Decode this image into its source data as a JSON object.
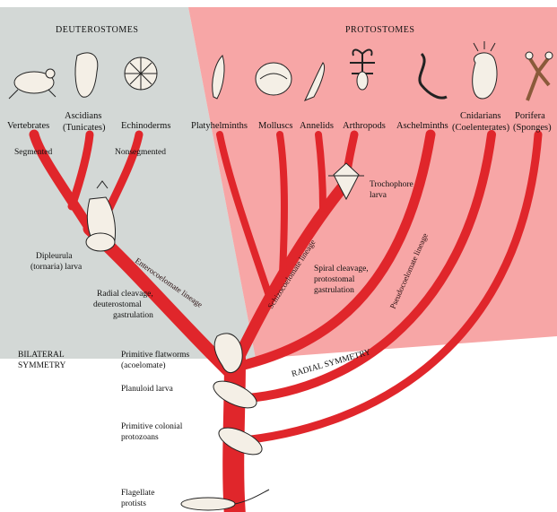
{
  "regions": {
    "deuterostomes": "DEUTEROSTOMES",
    "protostomes": "PROTOSTOMES"
  },
  "groups": {
    "vertebrates": "Vertebrates",
    "ascidians_1": "Ascidians",
    "ascidians_2": "(Tunicates)",
    "echinoderms": "Echinoderms",
    "platyhelminths": "Platyhelminths",
    "molluscs": "Molluscs",
    "annelids": "Annelids",
    "arthropods": "Arthropods",
    "aschelminths": "Aschelminths",
    "cnidarians_1": "Cnidarians",
    "cnidarians_2": "(Coelenterates)",
    "porifera_1": "Porifera",
    "porifera_2": "(Sponges)"
  },
  "annotations": {
    "segmented": "Segmented",
    "nonsegmented": "Nonsegmented",
    "trochophore_1": "Trochophore",
    "trochophore_2": "larva",
    "dipleurula_1": "Dipleurula",
    "dipleurula_2": "(tornaria) larva",
    "radial_cleavage_1": "Radial cleavage,",
    "radial_cleavage_2": "deuterostomal",
    "radial_cleavage_3": "gastrulation",
    "spiral_cleavage_1": "Spiral cleavage,",
    "spiral_cleavage_2": "protostomal",
    "spiral_cleavage_3": "gastrulation",
    "bilateral_1": "BILATERAL",
    "bilateral_2": "SYMMETRY",
    "radial_symmetry": "RADIAL SYMMETRY",
    "flatworms_1": "Primitive flatworms",
    "flatworms_2": "(acoelomate)",
    "planuloid": "Planuloid larva",
    "colonial_1": "Primitive colonial",
    "colonial_2": "protozoans",
    "flagellate_1": "Flagellate",
    "flagellate_2": "protists"
  },
  "lineages": {
    "enterocoelomate": "Enterocoelomate lineage",
    "schizocoelomate": "Schizocoelomate lineage",
    "pseudocoelomate": "Pseudocoelomate lineage"
  },
  "colors": {
    "protostome_bg": "#f7a6a6",
    "deuterostome_bg": "#d3d8d6",
    "branch": "#e0262b"
  }
}
